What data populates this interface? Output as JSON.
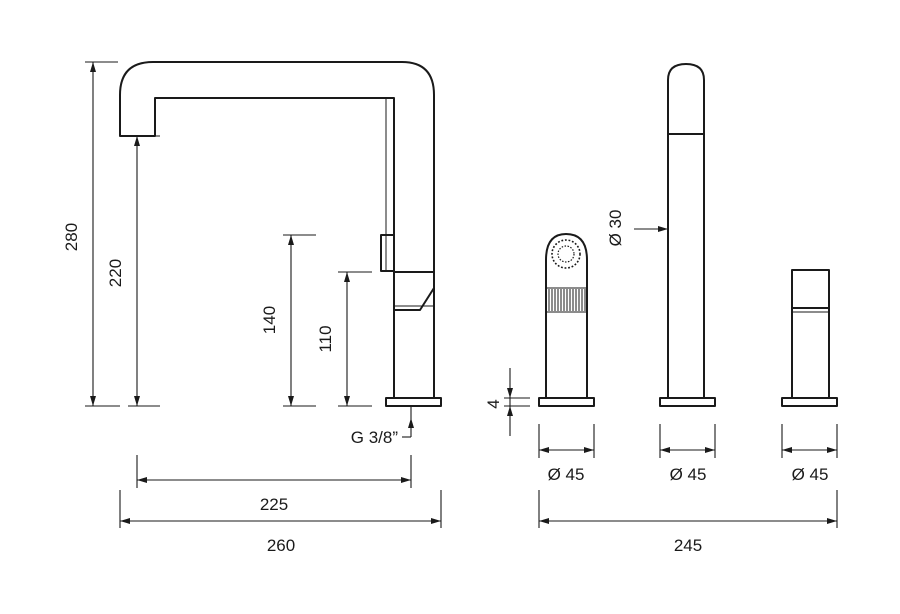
{
  "dimensions": {
    "overall_height": "280",
    "spout_height": "220",
    "lever_height": "140",
    "body_height": "110",
    "base_thickness": "4",
    "spout_reach": "225",
    "overall_width": "260",
    "thread": "G 3/8”",
    "spout_diameter": "Ø 30",
    "base_diameter_1": "Ø 45",
    "base_diameter_2": "Ø 45",
    "base_diameter_3": "Ø 45",
    "components_spacing": "245"
  }
}
